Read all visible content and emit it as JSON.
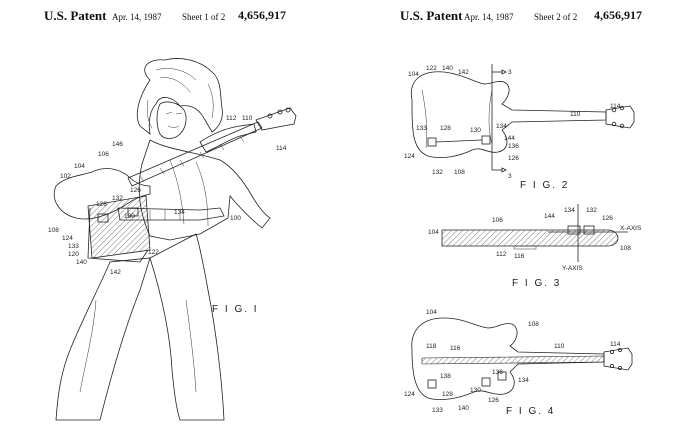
{
  "sheets": [
    {
      "title": "U.S. Patent",
      "date": "Apr. 14, 1987",
      "sheet": "Sheet 1 of 2",
      "number": "4,656,917",
      "figures": [
        {
          "caption": "F I G. I",
          "labels": [
            "146",
            "106",
            "104",
            "102",
            "112",
            "110",
            "114",
            "128",
            "132",
            "126",
            "130",
            "134",
            "108",
            "124",
            "133",
            "120",
            "140",
            "142",
            "122",
            "100"
          ]
        }
      ]
    },
    {
      "title": "U.S. Patent",
      "date": "Apr. 14, 1987",
      "sheet": "Sheet 2 of 2",
      "number": "4,656,917",
      "figures": [
        {
          "caption": "F I G. 2",
          "labels": [
            "104",
            "122",
            "140",
            "142",
            "3",
            "110",
            "114",
            "133",
            "128",
            "130",
            "134",
            "144",
            "136",
            "124",
            "132",
            "108",
            "3",
            "126"
          ]
        },
        {
          "caption": "F I G. 3",
          "labels": [
            "106",
            "144",
            "134",
            "132",
            "126",
            "X-AXIS",
            "104",
            "108",
            "112",
            "116",
            "Y-AXIS"
          ]
        },
        {
          "caption": "F I G. 4",
          "labels": [
            "104",
            "108",
            "118",
            "116",
            "110",
            "114",
            "138",
            "136",
            "134",
            "124",
            "128",
            "130",
            "126",
            "133",
            "140"
          ]
        }
      ]
    }
  ]
}
